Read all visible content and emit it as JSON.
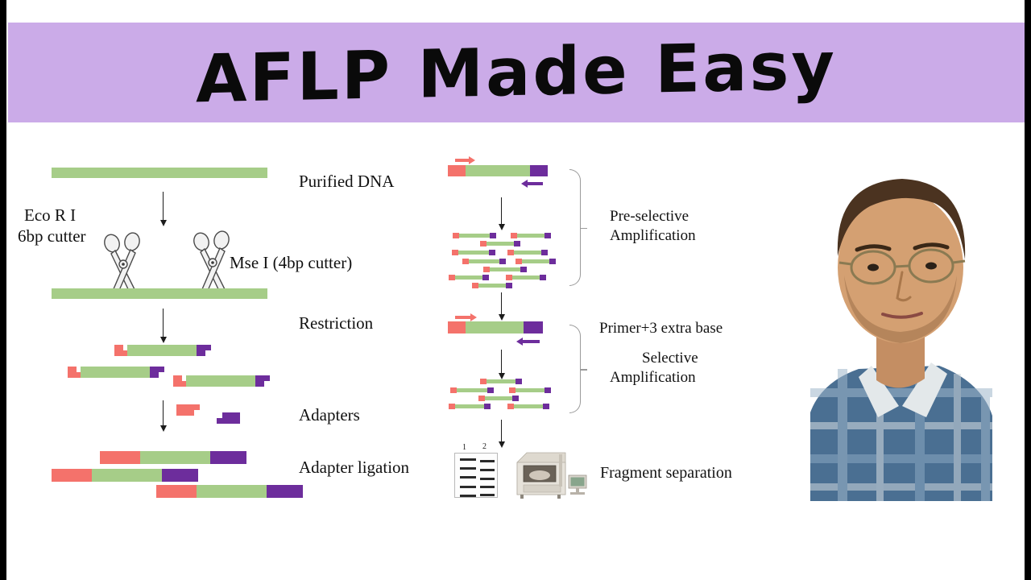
{
  "slide": {
    "background_color": "#ffffff",
    "frame_color": "#000000"
  },
  "banner": {
    "title": "AFLP Made Easy",
    "background_color": "#cbabe8"
  },
  "palette": {
    "dna_green": "#a6cd88",
    "eco_adapter_red": "#f4726b",
    "mse_adapter_purple": "#6d2d9c",
    "arrow_black": "#1c1c1c",
    "brace_gray": "#9a9a9a"
  },
  "left_column": {
    "labels": {
      "purified_dna": "Purified DNA",
      "eco_ri_line1": "Eco R I",
      "eco_ri_line2": "6bp cutter",
      "mse_i": "Mse I (4bp cutter)",
      "restriction": "Restriction",
      "adapters": "Adapters",
      "adapter_ligation": "Adapter ligation"
    },
    "enzymes": [
      {
        "name": "Eco R I",
        "cutter": "6bp cutter"
      },
      {
        "name": "Mse I",
        "cutter": "4bp cutter"
      }
    ]
  },
  "right_column": {
    "labels": {
      "pre_selective_line1": "Pre-selective",
      "pre_selective_line2": "Amplification",
      "primer_extra_base": "Primer+3 extra base",
      "selective_line1": "Selective",
      "selective_line2": "Amplification",
      "fragment_separation": "Fragment separation"
    }
  },
  "gel": {
    "lane_labels": [
      "1",
      "2"
    ],
    "lane1_bands": [
      6,
      17,
      28,
      40,
      51
    ],
    "lane2_bands": [
      8,
      19,
      30,
      40,
      50,
      60
    ]
  },
  "machine": {
    "name": "capillary-sequencer"
  },
  "portrait": {
    "name": "presenter-photo",
    "description": "presenter"
  },
  "workflow_steps": [
    "Purified DNA",
    "Restriction",
    "Adapters",
    "Adapter ligation",
    "Pre-selective Amplification",
    "Selective Amplification",
    "Fragment separation"
  ]
}
